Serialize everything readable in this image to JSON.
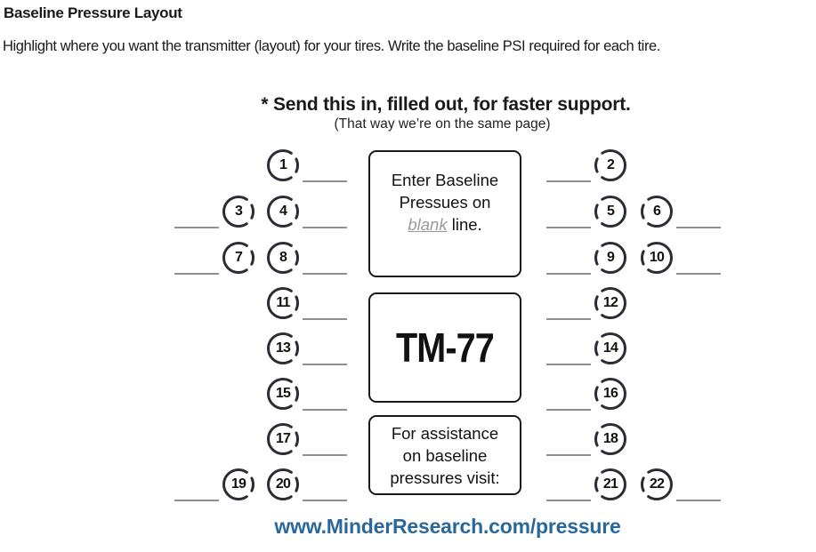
{
  "header": {
    "title": "Baseline Pressure Layout",
    "instructions": "Highlight where you want the transmitter (layout) for your tires. Write the baseline PSI required for each tire."
  },
  "callout": {
    "heading": "* Send this in, filled out, for faster support.",
    "subtext": "(That way we’re on the same page)"
  },
  "boxes": {
    "enter": {
      "line1": "Enter Baseline",
      "line2": "Pressues on",
      "blank_word": "blank",
      "line3_rest": " line."
    },
    "model": "TM-77",
    "assist": {
      "line1": "For assistance",
      "line2": "on baseline",
      "line3": "pressures visit:"
    }
  },
  "footer": {
    "url": "www.MinderResearch.com/pressure"
  },
  "colors": {
    "ring": "#2b2d35",
    "blank_line": "#8f8f8f",
    "link_blue": "#2a689c",
    "blank_word_gray": "#9a9a9a"
  },
  "sensors": [
    {
      "label": "1",
      "row": 0,
      "side": "left",
      "col": "inner",
      "line": "right"
    },
    {
      "label": "2",
      "row": 0,
      "side": "right",
      "col": "inner",
      "line": "left"
    },
    {
      "label": "3",
      "row": 1,
      "side": "left",
      "col": "outer",
      "line": "left"
    },
    {
      "label": "4",
      "row": 1,
      "side": "left",
      "col": "inner",
      "line": "right"
    },
    {
      "label": "5",
      "row": 1,
      "side": "right",
      "col": "inner",
      "line": "left"
    },
    {
      "label": "6",
      "row": 1,
      "side": "right",
      "col": "outer",
      "line": "right"
    },
    {
      "label": "7",
      "row": 2,
      "side": "left",
      "col": "outer",
      "line": "left"
    },
    {
      "label": "8",
      "row": 2,
      "side": "left",
      "col": "inner",
      "line": "right"
    },
    {
      "label": "9",
      "row": 2,
      "side": "right",
      "col": "inner",
      "line": "left"
    },
    {
      "label": "10",
      "row": 2,
      "side": "right",
      "col": "outer",
      "line": "right"
    },
    {
      "label": "11",
      "row": 3,
      "side": "left",
      "col": "inner",
      "line": "right"
    },
    {
      "label": "12",
      "row": 3,
      "side": "right",
      "col": "inner",
      "line": "left"
    },
    {
      "label": "13",
      "row": 4,
      "side": "left",
      "col": "inner",
      "line": "right"
    },
    {
      "label": "14",
      "row": 4,
      "side": "right",
      "col": "inner",
      "line": "left"
    },
    {
      "label": "15",
      "row": 5,
      "side": "left",
      "col": "inner",
      "line": "right"
    },
    {
      "label": "16",
      "row": 5,
      "side": "right",
      "col": "inner",
      "line": "left"
    },
    {
      "label": "17",
      "row": 6,
      "side": "left",
      "col": "inner",
      "line": "right"
    },
    {
      "label": "18",
      "row": 6,
      "side": "right",
      "col": "inner",
      "line": "left"
    },
    {
      "label": "19",
      "row": 7,
      "side": "left",
      "col": "outer",
      "line": "left"
    },
    {
      "label": "20",
      "row": 7,
      "side": "left",
      "col": "inner",
      "line": "right"
    },
    {
      "label": "21",
      "row": 7,
      "side": "right",
      "col": "inner",
      "line": "left"
    },
    {
      "label": "22",
      "row": 7,
      "side": "right",
      "col": "outer",
      "line": "right"
    }
  ]
}
